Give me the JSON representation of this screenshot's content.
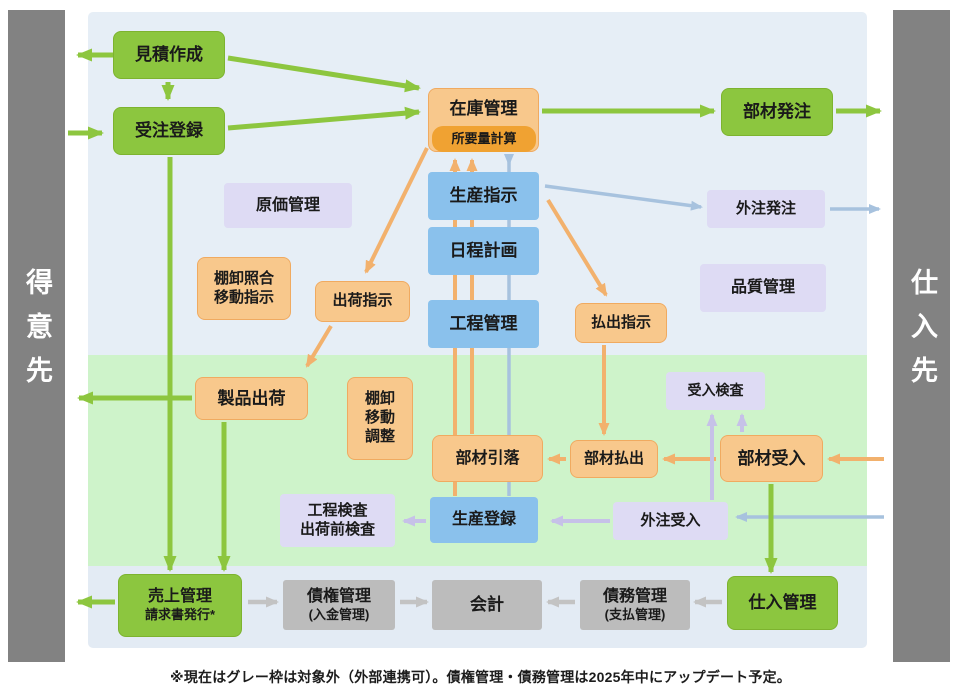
{
  "actors": {
    "left": "得意先",
    "right": "仕入先"
  },
  "footnote": "※現在はグレー枠は対象外（外部連携可）。債権管理・債務管理は2025年中にアップデート予定。",
  "palette": {
    "sidebar_gray": "#828282",
    "zone_blue": "#e6eef6",
    "zone_green": "#cef3ca",
    "zone_strip": "#e3ebf4",
    "box_green": "#8cc63f",
    "box_orange": "#f8c88c",
    "box_dark_orange": "#f0a232",
    "box_blue": "#8ac1ec",
    "box_lavender": "#dedbf4",
    "box_gray": "#bcbcbc",
    "arrow_green": "#8dc63f",
    "arrow_orange": "#f2b16d",
    "arrow_blue": "#a7c2de",
    "arrow_lavender": "#c6c1e8",
    "arrow_gray": "#c3c3c3"
  },
  "nodes": {
    "mitsumori": {
      "label": "見積作成"
    },
    "juchu": {
      "label": "受注登録"
    },
    "zaiko": {
      "label": "在庫管理"
    },
    "shoyoryo": {
      "label": "所要量計算"
    },
    "seisanshiji": {
      "label": "生産指示"
    },
    "nittei": {
      "label": "日程計画"
    },
    "koteikanri": {
      "label": "工程管理"
    },
    "genka": {
      "label": "原価管理"
    },
    "tanashogo": {
      "label": "棚卸照合\n移動指示"
    },
    "shukkashiji": {
      "label": "出荷指示"
    },
    "haraidashishiji": {
      "label": "払出指示"
    },
    "buzaihatchu": {
      "label": "部材発注"
    },
    "gaichuhatchu": {
      "label": "外注発注"
    },
    "hinshitsu": {
      "label": "品質管理"
    },
    "seihinshukka": {
      "label": "製品出荷"
    },
    "tanaido": {
      "label": "棚卸\n移動\n調整"
    },
    "buzaihikiotoshi": {
      "label": "部材引落"
    },
    "buzaiharaidashi": {
      "label": "部材払出"
    },
    "buzaiukeire": {
      "label": "部材受入"
    },
    "ukeirekensa": {
      "label": "受入検査"
    },
    "gaichuukeire": {
      "label": "外注受入"
    },
    "seisantoroku": {
      "label": "生産登録"
    },
    "koteikensa": {
      "label": "工程検査\n出荷前検査"
    },
    "uriage": {
      "label": "売上管理",
      "sub": "請求書発行*"
    },
    "saiken": {
      "label": "債権管理",
      "sub": "(入金管理)"
    },
    "kaikei": {
      "label": "会計"
    },
    "saimu": {
      "label": "債務管理",
      "sub": "(支払管理)"
    },
    "shiirekanri": {
      "label": "仕入管理"
    }
  },
  "arrows": [
    {
      "name": "quotation-to-customer",
      "from": "見積作成",
      "to": "得意先",
      "color": "green"
    },
    {
      "name": "quotation-to-order",
      "from": "見積作成",
      "to": "受注登録",
      "color": "green"
    },
    {
      "name": "customer-to-order",
      "from": "得意先",
      "to": "受注登録",
      "color": "green"
    },
    {
      "name": "quotation-to-inventory",
      "from": "見積作成",
      "to": "在庫管理",
      "color": "green"
    },
    {
      "name": "order-to-inventory",
      "from": "受注登録",
      "to": "在庫管理",
      "color": "green"
    },
    {
      "name": "inventory-to-parts-order",
      "from": "在庫管理",
      "to": "部材発注",
      "color": "green"
    },
    {
      "name": "parts-order-to-supplier",
      "from": "部材発注",
      "to": "仕入先",
      "color": "green"
    },
    {
      "name": "order-to-sales",
      "from": "受注登録",
      "to": "売上管理",
      "color": "green"
    },
    {
      "name": "shipping-to-customer",
      "from": "製品出荷",
      "to": "得意先",
      "color": "green"
    },
    {
      "name": "shipping-to-sales",
      "from": "製品出荷",
      "to": "売上管理",
      "color": "green"
    },
    {
      "name": "sales-to-customer",
      "from": "売上管理",
      "to": "得意先",
      "color": "green"
    },
    {
      "name": "parts-receipt-to-purchasing",
      "from": "部材受入",
      "to": "仕入管理",
      "color": "green"
    },
    {
      "name": "inventory-to-ship-instruction",
      "from": "在庫管理",
      "to": "出荷指示",
      "color": "orange"
    },
    {
      "name": "ship-instruction-to-shipping",
      "from": "出荷指示",
      "to": "製品出荷",
      "color": "orange"
    },
    {
      "name": "prod-instruction-to-payout-instruction",
      "from": "生産指示",
      "to": "払出指示",
      "color": "orange"
    },
    {
      "name": "payout-instruction-to-parts-payout",
      "from": "払出指示",
      "to": "部材払出",
      "color": "orange"
    },
    {
      "name": "parts-payout-to-parts-deduction",
      "from": "部材払出",
      "to": "部材引落",
      "color": "orange"
    },
    {
      "name": "parts-receipt-to-parts-payout",
      "from": "部材受入",
      "to": "部材払出",
      "color": "orange"
    },
    {
      "name": "supplier-to-parts-receipt",
      "from": "仕入先",
      "to": "部材受入",
      "color": "orange"
    },
    {
      "name": "prod-record-to-mrp",
      "from": "生産登録",
      "to": "所要量計算",
      "color": "orange"
    },
    {
      "name": "parts-deduction-to-mrp",
      "from": "部材引落",
      "to": "所要量計算",
      "color": "orange"
    },
    {
      "name": "mrp-to-prod-instruction",
      "from": "所要量計算",
      "to": "生産指示",
      "color": "blue"
    },
    {
      "name": "mrp-down-to-prod-record",
      "from": "所要量計算",
      "to": "生産登録",
      "color": "blue"
    },
    {
      "name": "prod-instruction-to-subcontract-order",
      "from": "生産指示",
      "to": "外注発注",
      "color": "blue"
    },
    {
      "name": "subcontract-order-to-supplier",
      "from": "外注発注",
      "to": "仕入先",
      "color": "blue"
    },
    {
      "name": "supplier-to-subcontract-receipt",
      "from": "仕入先",
      "to": "外注受入",
      "color": "blue"
    },
    {
      "name": "subcontract-receipt-to-prod-record",
      "from": "外注受入",
      "to": "生産登録",
      "color": "lavender"
    },
    {
      "name": "prod-record-to-process-inspection",
      "from": "生産登録",
      "to": "工程検査",
      "color": "lavender"
    },
    {
      "name": "subcontract-receipt-to-incoming-inspection",
      "from": "外注受入",
      "to": "受入検査",
      "color": "lavender"
    },
    {
      "name": "parts-receipt-to-incoming-inspection",
      "from": "部材受入",
      "to": "受入検査",
      "color": "lavender"
    },
    {
      "name": "sales-to-receivables",
      "from": "売上管理",
      "to": "債権管理",
      "color": "gray"
    },
    {
      "name": "receivables-to-accounting",
      "from": "債権管理",
      "to": "会計",
      "color": "gray"
    },
    {
      "name": "payables-to-accounting",
      "from": "債務管理",
      "to": "会計",
      "color": "gray"
    },
    {
      "name": "purchasing-to-payables",
      "from": "仕入管理",
      "to": "債務管理",
      "color": "gray"
    }
  ]
}
